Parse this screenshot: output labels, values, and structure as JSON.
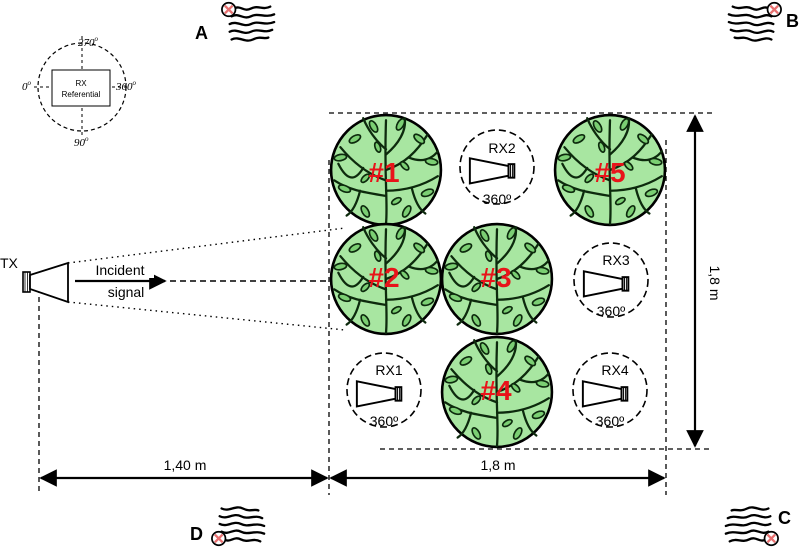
{
  "corners": {
    "a": "A",
    "b": "B",
    "c": "C",
    "d": "D"
  },
  "referential": {
    "box_label_line1": "RX",
    "box_label_line2": "Referential",
    "angle_top": "270",
    "angle_left": "0",
    "angle_right": "360",
    "angle_bottom": "90",
    "degree_mark": "o"
  },
  "tx": {
    "label": "TX"
  },
  "incident": {
    "line1": "Incident",
    "line2": "signal"
  },
  "trees": [
    {
      "label": "#1"
    },
    {
      "label": "#2"
    },
    {
      "label": "#3"
    },
    {
      "label": "#4"
    },
    {
      "label": "#5"
    }
  ],
  "receivers": [
    {
      "label": "RX1",
      "angle": "360º"
    },
    {
      "label": "RX2",
      "angle": "360º"
    },
    {
      "label": "RX3",
      "angle": "360º"
    },
    {
      "label": "RX4",
      "angle": "360º"
    }
  ],
  "dimensions": {
    "tx_distance": "1,40 m",
    "width": "1,8 m",
    "height": "1,8 m"
  },
  "colors": {
    "tree_fill": "#a8e6a1",
    "tree_label": "#e8141a",
    "source_mark": "#e87070"
  }
}
